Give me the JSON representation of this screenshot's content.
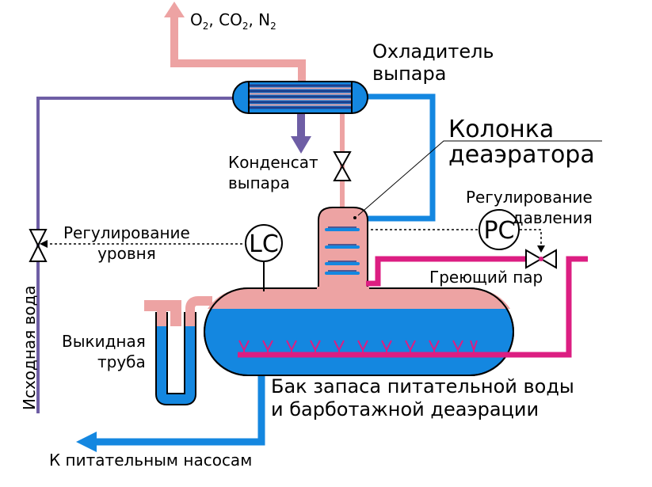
{
  "labels": {
    "gases": [
      "O",
      "2",
      ", CO",
      "2",
      ", N",
      "2"
    ],
    "vapor_cooler": [
      "Охладитель",
      "выпара"
    ],
    "column": [
      "Колонка",
      "деаэратора"
    ],
    "condensate": [
      "Конденсат",
      "выпара"
    ],
    "pressure_control": [
      "Регулирование",
      "давления"
    ],
    "level_control": [
      "Регулирование",
      "уровня"
    ],
    "heating_steam": "Греющий пар",
    "discharge_pipe": [
      "Выкидная",
      "труба"
    ],
    "feed_tank": [
      "Бак запаса питательной воды",
      "и барботажной деаэрации"
    ],
    "source_water": "Исходная вода",
    "to_pumps": "К питательным насосам",
    "lc": "LC",
    "pc": "PC"
  },
  "colors": {
    "blue": "#1487e0",
    "pink_light": "#eda3a3",
    "magenta": "#dc1e82",
    "purple": "#6e5ea5",
    "dark_blue": "#1f3e8a"
  }
}
